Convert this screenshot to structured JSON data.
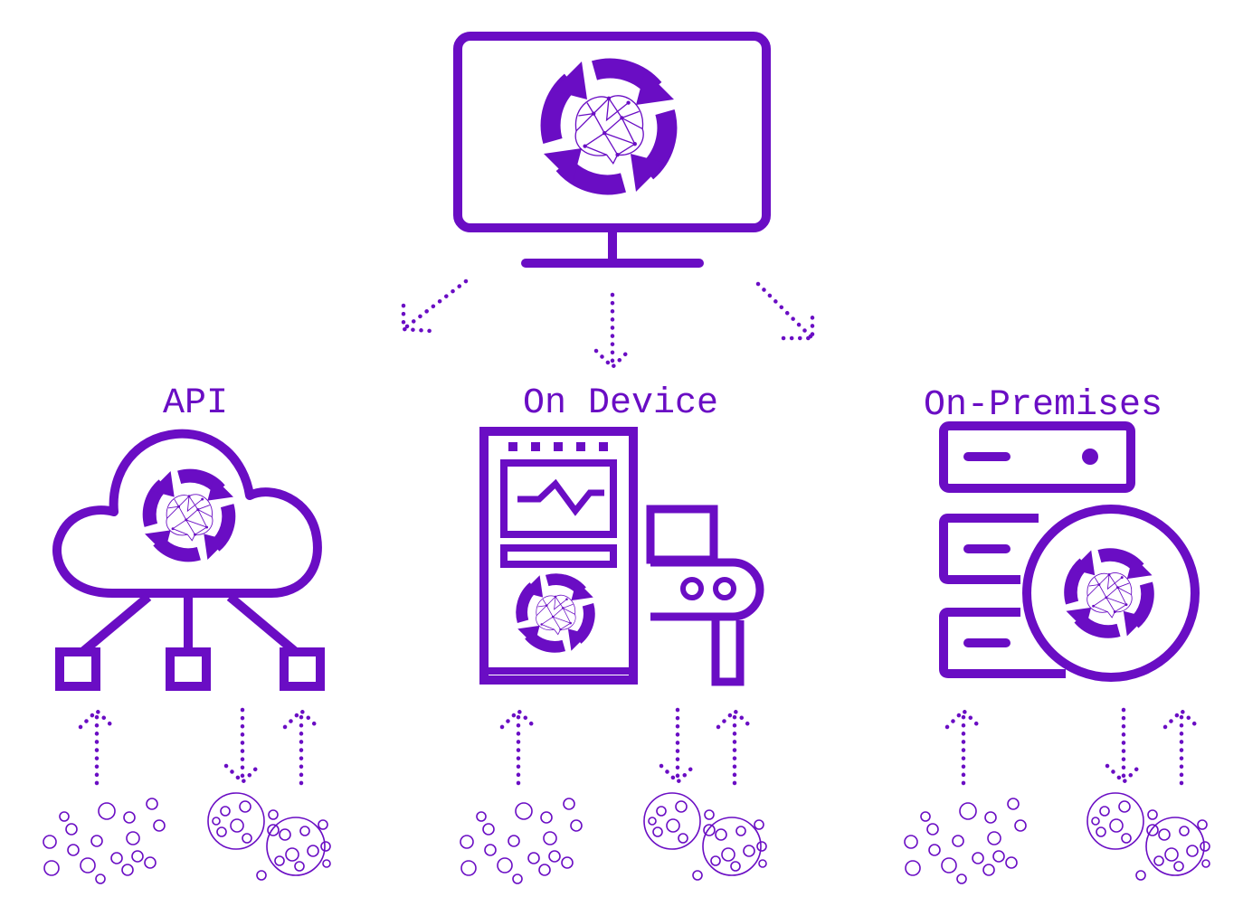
{
  "colors": {
    "primary": "#6a0dc4",
    "background": "#ffffff"
  },
  "labels": {
    "api": "API",
    "on_device": "On Device",
    "on_premises": "On-Premises"
  },
  "icons": {
    "top": "monitor-with-ai-cycle-icon",
    "api": "cloud-network-ai-icon",
    "on_device": "machine-ai-icon",
    "on_premises": "server-ai-icon"
  }
}
